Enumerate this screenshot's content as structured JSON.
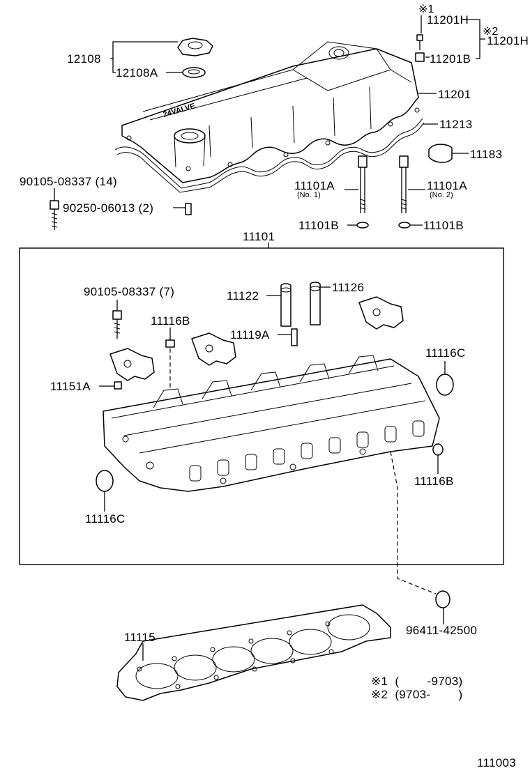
{
  "labels": {
    "cap": "12108",
    "cap_gasket": "12108A",
    "note1_mark": "※1",
    "bolt_top": "11201H",
    "note2_mark": "※2",
    "bolt_top_alt": "11201H",
    "bolt_grommet": "11201B",
    "cover": "11201",
    "cover_gasket": "11213",
    "plug": "11183",
    "stud_bolt": "90105-08337 (14)",
    "dowel_pin": "90250-06013 (2)",
    "head_bolt_1": "11101A",
    "head_bolt_1_sub": "(No. 1)",
    "head_bolt_2": "11101A",
    "head_bolt_2_sub": "(No. 2)",
    "washer_1": "11101B",
    "washer_2": "11101B",
    "head_assy": "11101",
    "bolt_7": "90105-08337 (7)",
    "guide_1": "11122",
    "guide_2": "11126",
    "plug_b_top": "11116B",
    "ring": "11119A",
    "plug_c_right": "11116C",
    "insert": "11151A",
    "plug_b_right": "11116B",
    "plug_c_left": "11116C",
    "head_gasket": "11115",
    "seal": "96411-42500",
    "footnote_1": "※1  (        -9703)",
    "footnote_2": "※2  (9703-        )",
    "diagram_id": "111003"
  },
  "cover_emblem": "24VALVE"
}
